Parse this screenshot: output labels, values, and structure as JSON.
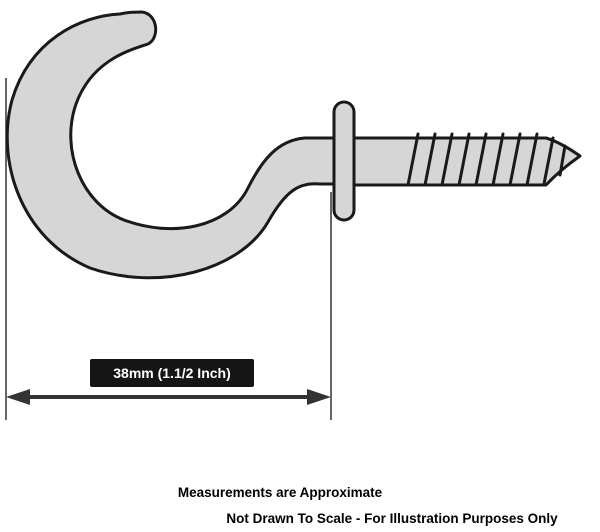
{
  "colors": {
    "metal_fill": "#d6d6d6",
    "outline": "#1a1a1a",
    "dimension_line": "#333333",
    "label_bg": "#151515",
    "label_text": "#ffffff"
  },
  "dimension": {
    "label": "38mm (1.1/2 Inch)"
  },
  "notes": {
    "approximate": "Measurements are Approximate",
    "scale": "Not Drawn To Scale - For Illustration Purposes Only"
  }
}
